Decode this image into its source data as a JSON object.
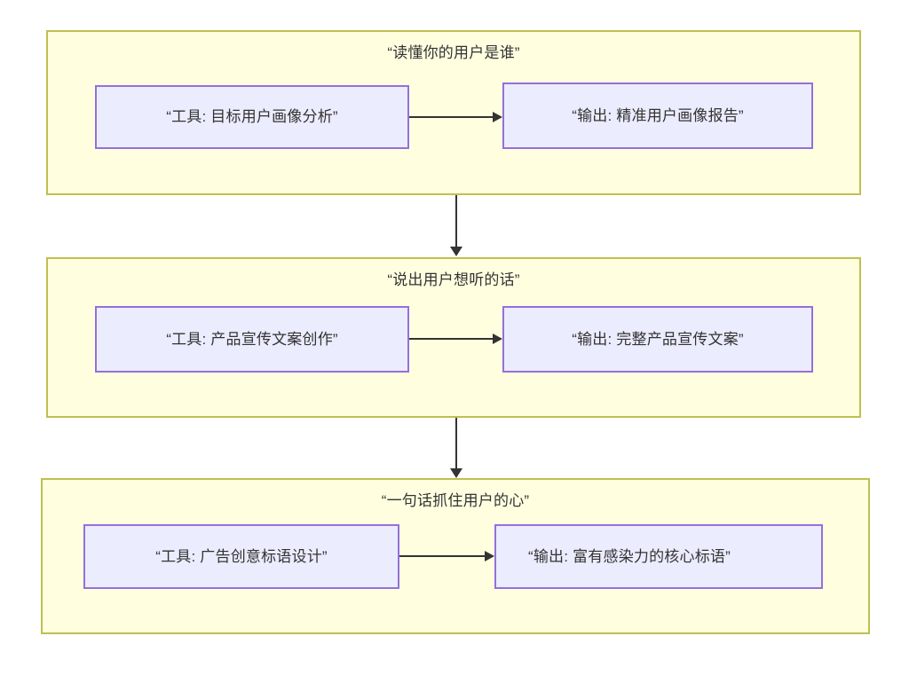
{
  "diagram": {
    "type": "flowchart",
    "direction": "top-to-bottom",
    "background_color": "#ffffff",
    "colors": {
      "group_fill": "#ffffe0",
      "group_border": "#bfbf51",
      "node_fill": "#ececff",
      "node_border": "#9370db",
      "text": "#333333",
      "arrow": "#333333"
    },
    "groups": [
      {
        "id": "group-1",
        "title": "“读懂你的用户是谁”",
        "tool": "“工具: 目标用户画像分析”",
        "output": "“输出: 精准用户画像报告”",
        "output_clipped": false
      },
      {
        "id": "group-2",
        "title": "“说出用户想听的话”",
        "tool": "“工具: 产品宣传文案创作”",
        "output": "“输出: 完整产品宣传文案”",
        "output_clipped": false
      },
      {
        "id": "group-3",
        "title": "“一句话抓住用户的心”",
        "tool": "“工具: 广告创意标语设计”",
        "output": "“输出: 富有感染力的核心标语”",
        "output_clipped": true
      }
    ],
    "connectors": [
      {
        "id": "connector-1-2",
        "from": "group-1",
        "to": "group-2",
        "orientation": "vertical"
      },
      {
        "id": "connector-2-3",
        "from": "group-2",
        "to": "group-3",
        "orientation": "vertical"
      }
    ]
  }
}
